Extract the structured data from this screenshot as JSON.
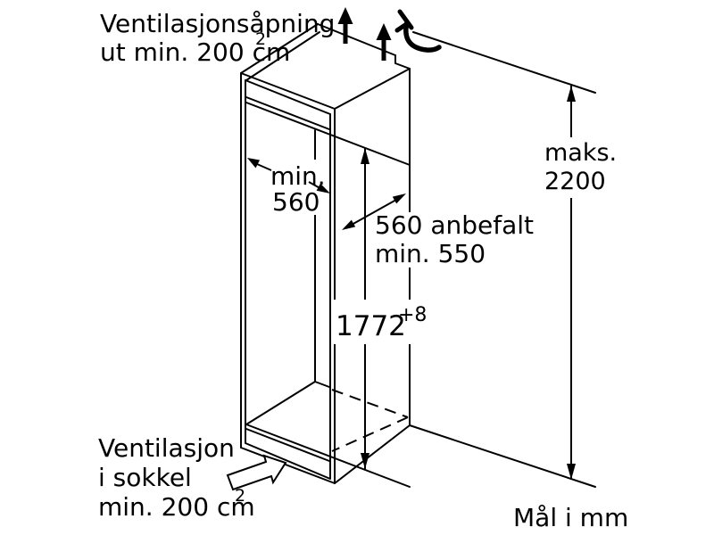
{
  "diagram_type": "appliance-installation-dimension-drawing",
  "colors": {
    "line": "#000000",
    "background": "#ffffff"
  },
  "labels": {
    "vent_top": {
      "line1": "Ventilasjonsåpning",
      "line2": "ut min. 200 cm",
      "sup": "2"
    },
    "inner_depth": {
      "line1": "min.",
      "line2": "560"
    },
    "rec_depth": {
      "line1": "560 anbefalt",
      "line2": "min. 550"
    },
    "niche_height": {
      "value": "1772",
      "tolerance": "+8"
    },
    "max_height": {
      "line1": "maks.",
      "line2": "2200"
    },
    "vent_bottom": {
      "line1": "Ventilasjon",
      "line2": "i sokkel",
      "line3": "min. 200 cm",
      "sup": "2"
    },
    "units": "Mål i mm"
  },
  "dimensions_mm": {
    "niche_height": "1772 +8",
    "max_total_height": "2200",
    "inner_depth_min": "560",
    "recommended_depth": "560",
    "min_depth": "550",
    "vent_area_top_cm2": "200",
    "vent_area_plinth_cm2": "200"
  }
}
